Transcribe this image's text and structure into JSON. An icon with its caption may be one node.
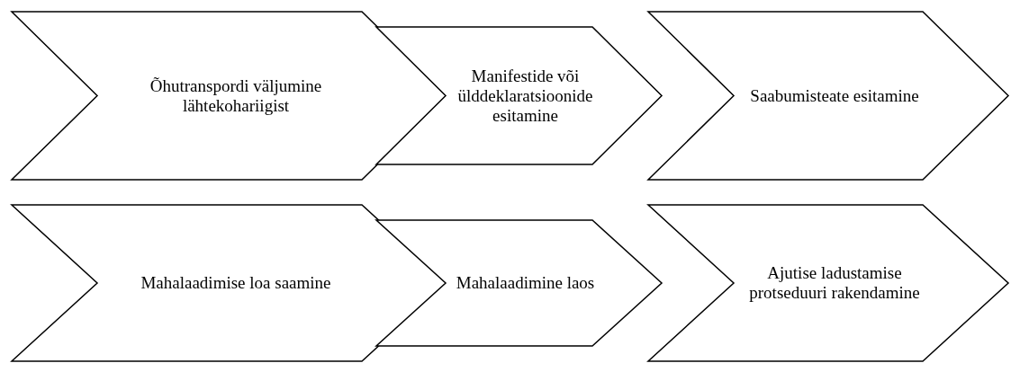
{
  "diagram": {
    "nodes": [
      {
        "text": [
          "Õhutranspordi väljumine lähtekohariigist"
        ]
      },
      {
        "text": [
          "Manifestide või ülddeklaratsioonide esitamine"
        ]
      },
      {
        "text": [
          "Saabumisteate esitamine"
        ]
      },
      {
        "text": [
          "Mahalaadimise loa saamine"
        ]
      },
      {
        "text": [
          "Mahalaadimine laos"
        ]
      },
      {
        "text": [
          "Ajutise ladustamise protseduuri rakendamine"
        ]
      }
    ]
  }
}
